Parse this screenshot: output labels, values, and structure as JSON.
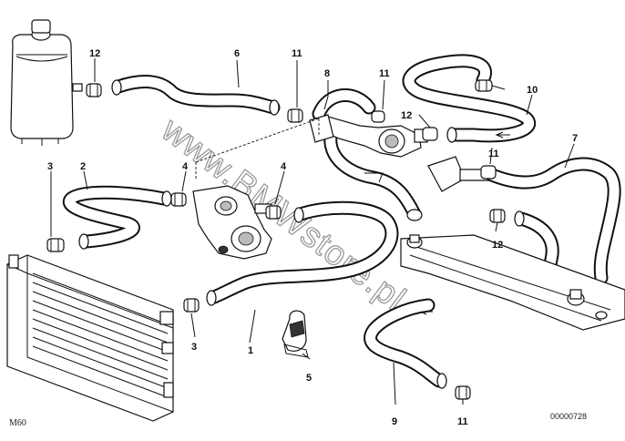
{
  "diagram": {
    "callouts": [
      "12",
      "6",
      "11",
      "8",
      "11",
      "10",
      "12",
      "7",
      "3",
      "2",
      "4",
      "4",
      "11",
      "12",
      "3",
      "1",
      "5",
      "9",
      "11"
    ],
    "model_label": "M60",
    "drawing_code": "00000728",
    "watermark": "www.BMWstore.pl"
  }
}
